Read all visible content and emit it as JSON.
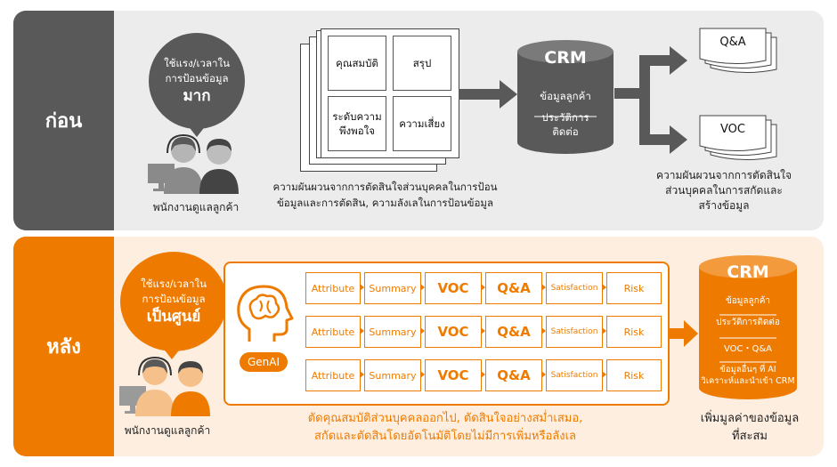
{
  "colors": {
    "before_bg": "#ececec",
    "before_tab": "#595959",
    "after_bg": "#fdeee0",
    "after_tab": "#ee7b00",
    "orange": "#ee7b00",
    "dark": "#595959"
  },
  "before": {
    "label": "ก่อน",
    "bubble": {
      "line1": "ใช้แรง/เวลาใน",
      "line2": "การป้อนข้อมูล",
      "emphasis": "มาก"
    },
    "staff_caption": "พนักงานดูแลลูกค้า",
    "doc_cells": [
      "คุณสมบัติ",
      "สรุป",
      "ระดับความ\nพึงพอใจ",
      "ความเสี่ยง"
    ],
    "doc_caption": [
      "ความผันผวนจากการตัดสินใจส่วนบุคคลในการป้อน",
      "ข้อมูลและการตัดสิน, ความลังเลในการป้อนข้อมูล"
    ],
    "crm": {
      "title": "CRM",
      "item1": "ข้อมูลลูกค้า",
      "item2": "ประวัติการ\nติดต่อ"
    },
    "outputs": [
      "Q&A",
      "VOC"
    ],
    "output_caption": [
      "ความผันผวนจากการตัดสินใจ",
      "ส่วนบุคคลในการสกัดและ",
      "สร้างข้อมูล"
    ]
  },
  "after": {
    "label": "หลัง",
    "bubble": {
      "line1": "ใช้แรง/เวลาใน",
      "line2": "การป้อนข้อมูล",
      "emphasis": "เป็นศูนย์"
    },
    "staff_caption": "พนักงานดูแลลูกค้า",
    "genai_label": "GenAI",
    "row_cells": [
      "Attribute",
      "Summary",
      "VOC",
      "Q&A",
      "Satisfaction",
      "Risk"
    ],
    "caption": [
      "ตัดคุณสมบัติส่วนบุคคลออกไป, ตัดสินใจอย่างสม่ำเสมอ,",
      "สกัดและตัดสินโดยอัตโนมัติโดยไม่มีการเพิ่มหรือลังเล"
    ],
    "crm": {
      "title": "CRM",
      "items": [
        "ข้อมูลลูกค้า",
        "ประวัติการติดต่อ",
        "VOC・Q&A",
        "ข้อมูลอื่นๆ ที่ AI\nวิเคราะห์และนำเข้า CRM"
      ]
    },
    "crm_caption": [
      "เพิ่มมูลค่าของข้อมูล",
      "ที่สะสม"
    ]
  }
}
